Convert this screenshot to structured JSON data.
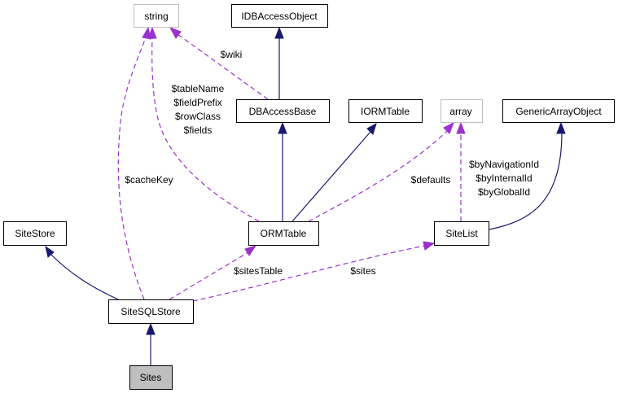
{
  "diagram": {
    "type": "collaboration-graph",
    "nodes": [
      {
        "id": "string",
        "label": "string",
        "kind": "external"
      },
      {
        "id": "IDBAccessObject",
        "label": "IDBAccessObject",
        "kind": "class"
      },
      {
        "id": "DBAccessBase",
        "label": "DBAccessBase",
        "kind": "class"
      },
      {
        "id": "IORMTable",
        "label": "IORMTable",
        "kind": "class"
      },
      {
        "id": "array",
        "label": "array",
        "kind": "external"
      },
      {
        "id": "GenericArrayObject",
        "label": "GenericArrayObject",
        "kind": "class"
      },
      {
        "id": "SiteStore",
        "label": "SiteStore",
        "kind": "class"
      },
      {
        "id": "ORMTable",
        "label": "ORMTable",
        "kind": "class"
      },
      {
        "id": "SiteList",
        "label": "SiteList",
        "kind": "class"
      },
      {
        "id": "SiteSQLStore",
        "label": "SiteSQLStore",
        "kind": "class"
      },
      {
        "id": "Sites",
        "label": "Sites",
        "kind": "current"
      }
    ],
    "edges": [
      {
        "from": "DBAccessBase",
        "to": "IDBAccessObject",
        "type": "inheritance",
        "labels": []
      },
      {
        "from": "ORMTable",
        "to": "DBAccessBase",
        "type": "inheritance",
        "labels": []
      },
      {
        "from": "ORMTable",
        "to": "IORMTable",
        "type": "inheritance",
        "labels": []
      },
      {
        "from": "SiteList",
        "to": "GenericArrayObject",
        "type": "inheritance",
        "labels": []
      },
      {
        "from": "SiteSQLStore",
        "to": "SiteStore",
        "type": "inheritance",
        "labels": []
      },
      {
        "from": "Sites",
        "to": "SiteSQLStore",
        "type": "inheritance",
        "labels": []
      },
      {
        "from": "DBAccessBase",
        "to": "string",
        "type": "member",
        "labels": [
          "$wiki"
        ]
      },
      {
        "from": "ORMTable",
        "to": "string",
        "type": "member",
        "labels": [
          "$tableName",
          "$fieldPrefix",
          "$rowClass",
          "$fields"
        ]
      },
      {
        "from": "SiteSQLStore",
        "to": "string",
        "type": "member",
        "labels": [
          "$cacheKey"
        ]
      },
      {
        "from": "ORMTable",
        "to": "array",
        "type": "member",
        "labels": [
          "$defaults"
        ]
      },
      {
        "from": "SiteList",
        "to": "array",
        "type": "member",
        "labels": [
          "$byNavigationId",
          "$byInternalId",
          "$byGlobalId"
        ]
      },
      {
        "from": "SiteSQLStore",
        "to": "ORMTable",
        "type": "member",
        "labels": [
          "$sitesTable"
        ]
      },
      {
        "from": "SiteSQLStore",
        "to": "SiteList",
        "type": "member",
        "labels": [
          "$sites"
        ]
      }
    ],
    "colors": {
      "inheritance_edge": "#191970",
      "member_edge": "#9a32cd",
      "external_border": "#bfbfbf",
      "current_fill": "#bfbfbf"
    }
  }
}
